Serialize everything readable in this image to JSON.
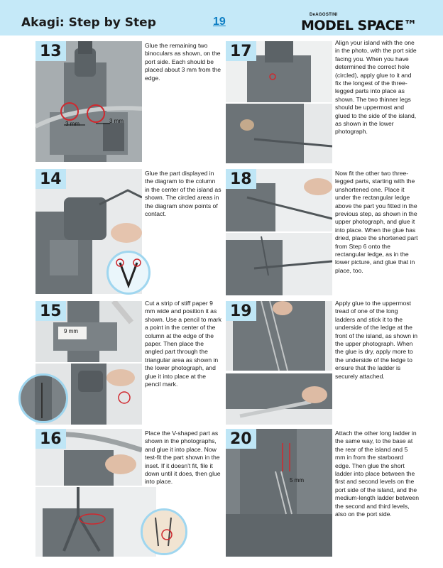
{
  "header": {
    "title": "Akagi: Step by Step",
    "page_number": "19",
    "brand_small": "DeAGOSTINI",
    "brand_main": "MODEL SPACE™"
  },
  "steps": [
    {
      "number": "13",
      "text": "Glue the remaining two binoculars as shown, on the port side. Each should be placed about 3 mm from the edge.",
      "labels": [
        "3 mm",
        "3 mm"
      ]
    },
    {
      "number": "14",
      "text": "Glue the part displayed in the diagram to the column in the center of the island as shown. The circled areas in the diagram show points of contact.",
      "labels": []
    },
    {
      "number": "15",
      "text": "Cut a strip of stiff paper 9 mm wide and position it as shown. Use a pencil to mark a point in the center of the column at the edge of the paper. Then place the angled part through the triangular area as shown in the lower photograph, and glue it into place at the pencil mark.",
      "labels": [
        "9 mm"
      ]
    },
    {
      "number": "16",
      "text": "Place the V-shaped part as shown in the photographs, and glue it into place. Now test-fit the part shown in the inset. If it doesn't fit, file it down until it does, then glue into place.",
      "labels": []
    },
    {
      "number": "17",
      "text": "Align your island with the one in the photo, with the port side facing you. When you have determined the correct hole (circled), apply glue to it and fix the longest of the three-legged parts into place as shown. The two thinner legs should be uppermost and glued to the side of the island, as shown in the lower photograph.",
      "labels": []
    },
    {
      "number": "18",
      "text": "Now fit the other two three-legged parts, starting with the unshortened one. Place it under the rectangular ledge above the part you fitted in the previous step, as shown in the upper photograph, and glue it into place. When the glue has dried, place the shortened part from Step 6 onto the rectangular ledge, as in the lower picture, and glue that in place, too.",
      "labels": []
    },
    {
      "number": "19",
      "text": "Apply glue to the uppermost tread of one of the long ladders and stick it to the underside of the ledge at the front of the island, as shown in the upper photograph. When the glue is dry, apply more to the underside of the ledge to ensure that the ladder is securely attached.",
      "labels": []
    },
    {
      "number": "20",
      "text": "Attach the other long ladder in the same way, to the base at the rear of the island and 5 mm in from the starboard edge. Then glue the short ladder into place between the first and second levels on the port side of the island, and the medium-length ladder between the second and third levels, also on the port side.",
      "labels": [
        "5 mm"
      ]
    }
  ],
  "colors": {
    "header_bg": "#c5e9f8",
    "step_number_bg": "#bfe6f6",
    "page_number": "#0f7fc4",
    "inset_border": "#9fd6ef",
    "highlight_red": "#d0282e"
  }
}
